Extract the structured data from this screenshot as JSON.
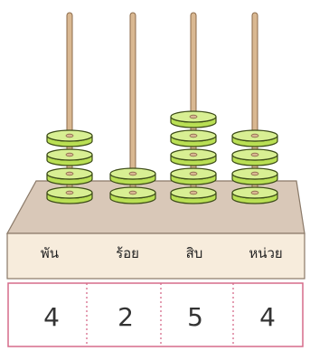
{
  "places": [
    {
      "label": "พัน",
      "digit": "4",
      "beads": 4
    },
    {
      "label": "ร้อย",
      "digit": "2",
      "beads": 2
    },
    {
      "label": "สิบ",
      "digit": "5",
      "beads": 5
    },
    {
      "label": "หน่วย",
      "digit": "4",
      "beads": 4
    }
  ],
  "colors": {
    "rod": "#d9b892",
    "rod_edge": "#8b6a4a",
    "bead_fill": "#b9df54",
    "bead_top": "#d8ef93",
    "bead_edge": "#3d4c18",
    "base_top": "#d9c8b8",
    "base_front": "#c9b39e",
    "label_row": "#f7ecdc",
    "table_border": "#d66b8a"
  }
}
